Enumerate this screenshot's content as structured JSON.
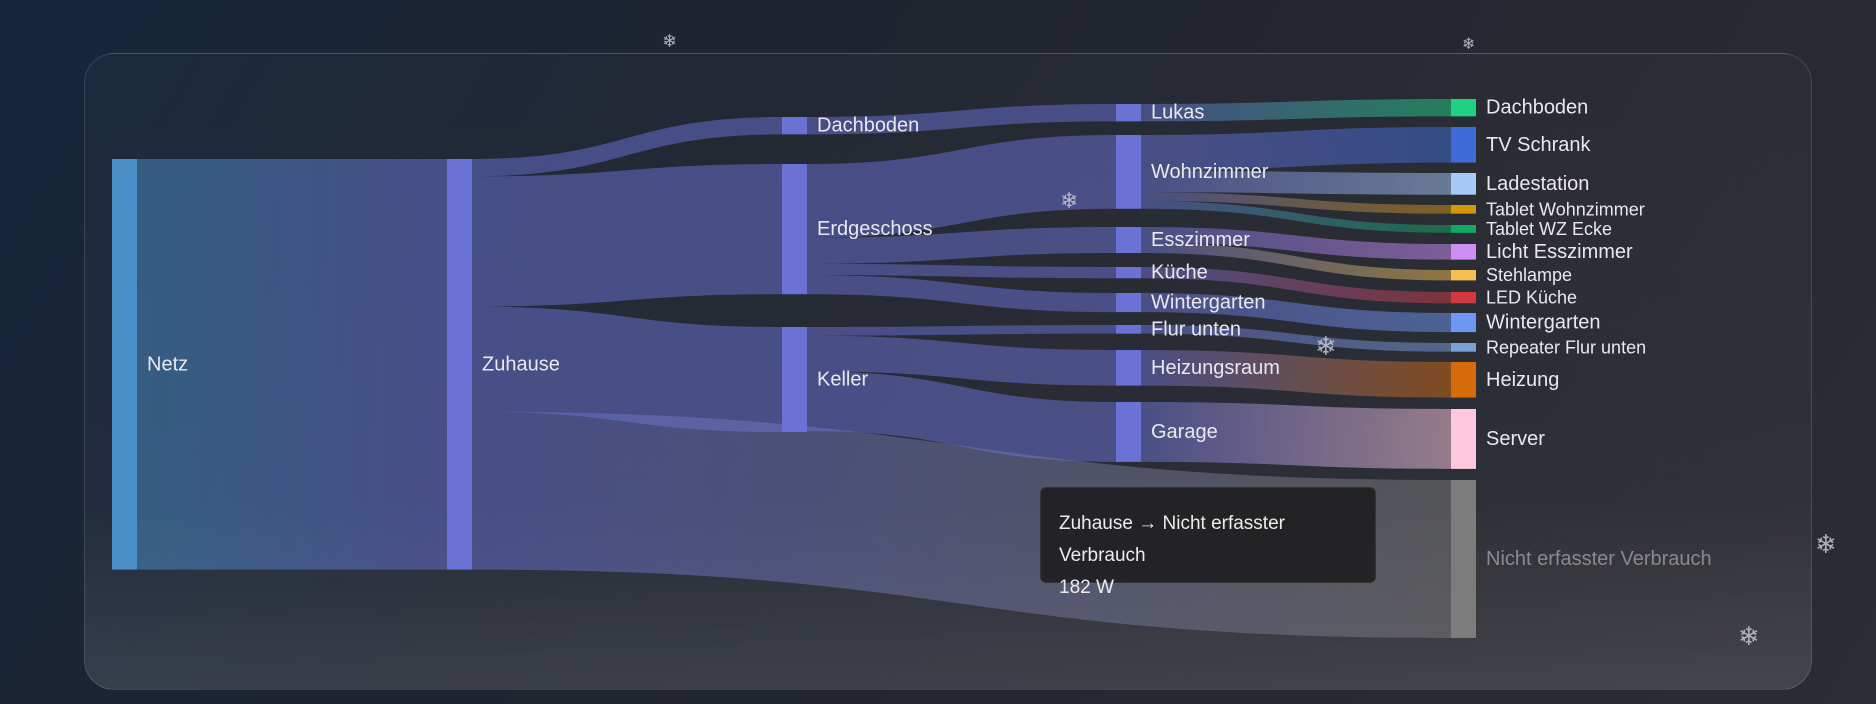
{
  "chart_data": {
    "type": "sankey",
    "title": "",
    "unit": "W",
    "nodes": [
      {
        "id": "netz",
        "label": "Netz",
        "column": 0,
        "color": "#4a90c8"
      },
      {
        "id": "zuhause",
        "label": "Zuhause",
        "column": 1,
        "color": "#6b72d6"
      },
      {
        "id": "dach3",
        "label": "Dachboden",
        "column": 2,
        "color": "#6b72d6"
      },
      {
        "id": "erd",
        "label": "Erdgeschoss",
        "column": 2,
        "color": "#6b72d6"
      },
      {
        "id": "keller",
        "label": "Keller",
        "column": 2,
        "color": "#6b72d6"
      },
      {
        "id": "lukas",
        "label": "Lukas",
        "column": 3,
        "color": "#6b72d6"
      },
      {
        "id": "wohn",
        "label": "Wohnzimmer",
        "column": 3,
        "color": "#6b72d6"
      },
      {
        "id": "ess",
        "label": "Esszimmer",
        "column": 3,
        "color": "#6b72d6"
      },
      {
        "id": "kueche",
        "label": "Küche",
        "column": 3,
        "color": "#6b72d6"
      },
      {
        "id": "winter4",
        "label": "Wintergarten",
        "column": 3,
        "color": "#6b72d6"
      },
      {
        "id": "flur",
        "label": "Flur unten",
        "column": 3,
        "color": "#6b72d6"
      },
      {
        "id": "heizr",
        "label": "Heizungsraum",
        "column": 3,
        "color": "#6b72d6"
      },
      {
        "id": "garage",
        "label": "Garage",
        "column": 3,
        "color": "#6b72d6"
      },
      {
        "id": "dach5",
        "label": "Dachboden",
        "column": 4,
        "color": "#1fd183"
      },
      {
        "id": "tv",
        "label": "TV Schrank",
        "column": 4,
        "color": "#3f6bd6"
      },
      {
        "id": "lade",
        "label": "Ladestation",
        "column": 4,
        "color": "#a8c8f6"
      },
      {
        "id": "tabw",
        "label": "Tablet Wohnzimmer",
        "column": 4,
        "color": "#d4960a"
      },
      {
        "id": "tabe",
        "label": "Tablet WZ Ecke",
        "column": 4,
        "color": "#10aa62"
      },
      {
        "id": "licht",
        "label": "Licht Esszimmer",
        "column": 4,
        "color": "#cf8ef5"
      },
      {
        "id": "steh",
        "label": "Stehlampe",
        "column": 4,
        "color": "#f2c14e"
      },
      {
        "id": "led",
        "label": "LED Küche",
        "column": 4,
        "color": "#d0393f"
      },
      {
        "id": "winter5",
        "label": "Wintergarten",
        "column": 4,
        "color": "#6e96f5"
      },
      {
        "id": "rep",
        "label": "Repeater Flur unten",
        "column": 4,
        "color": "#7aa0d8"
      },
      {
        "id": "heiz",
        "label": "Heizung",
        "column": 4,
        "color": "#d56b0a"
      },
      {
        "id": "server",
        "label": "Server",
        "column": 4,
        "color": "#ffc8dc"
      },
      {
        "id": "nicht",
        "label": "Nicht erfasster Verbrauch",
        "column": 4,
        "color": "#7c7c7c"
      }
    ],
    "links": [
      {
        "source": "netz",
        "target": "zuhause",
        "value": 473
      },
      {
        "source": "zuhause",
        "target": "dach3",
        "value": 20
      },
      {
        "source": "zuhause",
        "target": "erd",
        "value": 150
      },
      {
        "source": "zuhause",
        "target": "keller",
        "value": 121
      },
      {
        "source": "zuhause",
        "target": "nicht",
        "value": 182
      },
      {
        "source": "dach3",
        "target": "lukas",
        "value": 20
      },
      {
        "source": "erd",
        "target": "wohn",
        "value": 85
      },
      {
        "source": "erd",
        "target": "ess",
        "value": 30
      },
      {
        "source": "erd",
        "target": "kueche",
        "value": 13
      },
      {
        "source": "erd",
        "target": "winter4",
        "value": 22
      },
      {
        "source": "keller",
        "target": "flur",
        "value": 10
      },
      {
        "source": "keller",
        "target": "heizr",
        "value": 41
      },
      {
        "source": "keller",
        "target": "garage",
        "value": 69
      },
      {
        "source": "lukas",
        "target": "dach5",
        "value": 20
      },
      {
        "source": "wohn",
        "target": "tv",
        "value": 41
      },
      {
        "source": "wohn",
        "target": "lade",
        "value": 25
      },
      {
        "source": "wohn",
        "target": "tabw",
        "value": 10
      },
      {
        "source": "wohn",
        "target": "tabe",
        "value": 9
      },
      {
        "source": "ess",
        "target": "licht",
        "value": 18
      },
      {
        "source": "ess",
        "target": "steh",
        "value": 12
      },
      {
        "source": "kueche",
        "target": "led",
        "value": 13
      },
      {
        "source": "winter4",
        "target": "winter5",
        "value": 22
      },
      {
        "source": "flur",
        "target": "rep",
        "value": 10
      },
      {
        "source": "heizr",
        "target": "heiz",
        "value": 41
      },
      {
        "source": "garage",
        "target": "server",
        "value": 69
      }
    ]
  },
  "tooltip": {
    "title": "Zuhause → Nicht erfasster Verbrauch",
    "value": "182 W"
  },
  "decor": {
    "snowflake_icon": "❄"
  }
}
